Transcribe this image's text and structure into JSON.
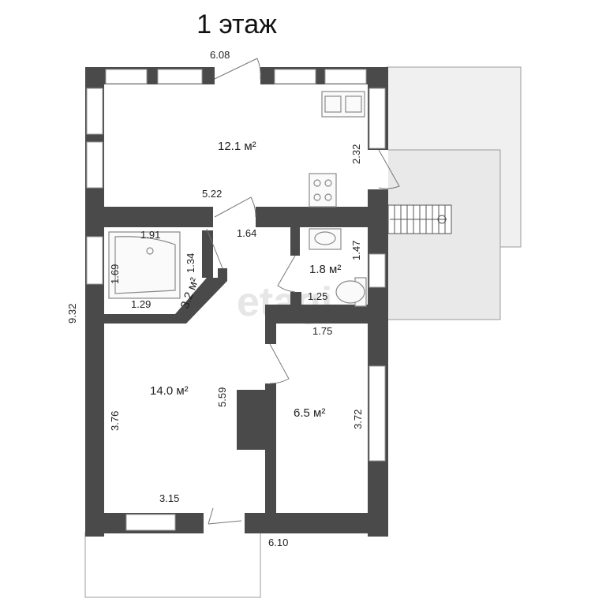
{
  "title": "1 этаж",
  "watermark": "etagi",
  "rooms": {
    "kitchen_area": "12.1 м²",
    "bath_area": "3.2 м²",
    "wc_area": "1.8 м²",
    "living_area": "14.0 м²",
    "bedroom_area": "6.5 м²"
  },
  "dimensions": {
    "top_width": "6.08",
    "bottom_width": "6.10",
    "left_height": "9.32",
    "kitchen_side": "2.32",
    "kitchen_wall": "5.22",
    "hall_width": "1.64",
    "bath_width": "1.91",
    "bath_height": "1.69",
    "bath_depth": "1.34",
    "bath_bottom": "1.29",
    "wc_height": "1.47",
    "wc_width": "1.25",
    "bedroom_width": "1.75",
    "living_height": "3.76",
    "hall_height": "5.59",
    "bedroom_height": "3.72",
    "living_bottom": "3.15"
  }
}
